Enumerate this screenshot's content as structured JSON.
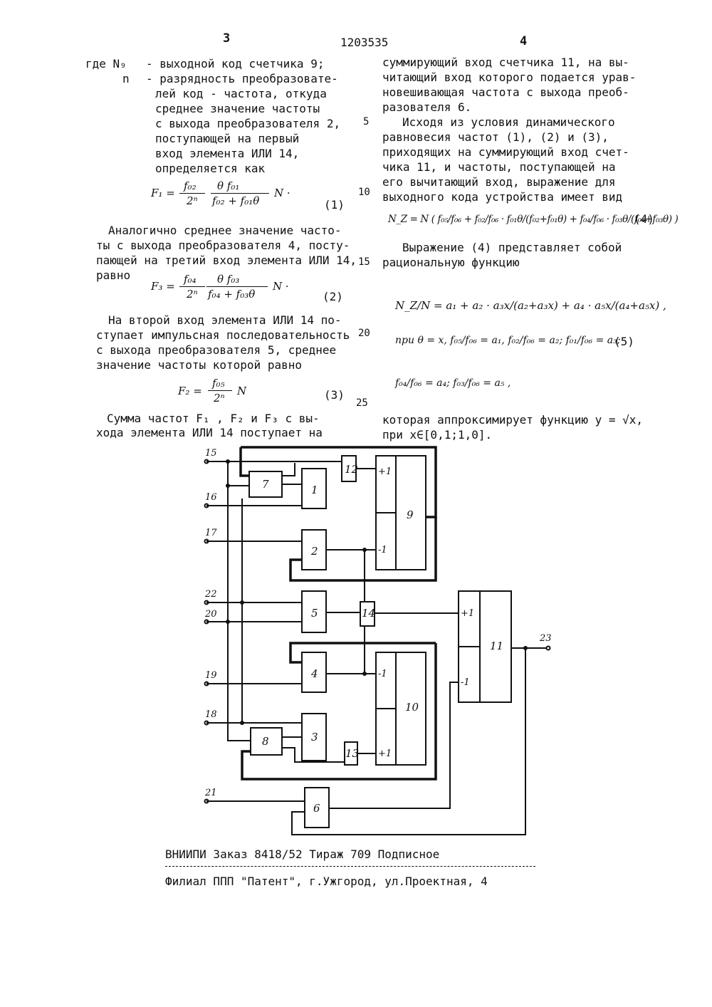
{
  "header": {
    "page_left": "3",
    "patent_number": "1203535",
    "page_right": "4"
  },
  "left_column": {
    "where_lines": [
      {
        "sym": "где N₉",
        "text": "- выходной код счетчика 9;"
      },
      {
        "sym": "n",
        "text": "- разрядность преобразовате-"
      }
    ],
    "cont_lines": [
      "лей код - частота, откуда",
      "среднее значение частоты",
      "с выхода преобразователя 2,",
      "поступающей на первый",
      "вход элемента ИЛИ 14,",
      "определяется как"
    ],
    "eq1": {
      "lhs": "F₁ =",
      "frac1_num": "f₀₂",
      "frac1_den": "2ⁿ",
      "frac2_num": "θ f₀₁",
      "frac2_den": "f₀₂ + f₀₁θ",
      "tail": "N ·",
      "number": "(1)"
    },
    "p2_lines": [
      "Аналогично среднее значение часто-",
      "ты с выхода преобразователя 4, посту-",
      "пающей на третий вход элемента ИЛИ 14,",
      "равно"
    ],
    "eq2": {
      "lhs": "F₃ =",
      "frac1_num": "f₀₄",
      "frac1_den": "2ⁿ",
      "frac2_num": "θ f₀₃",
      "frac2_den": "f₀₄ + f₀₃θ",
      "tail": "N ·",
      "number": "(2)"
    },
    "p3_lines": [
      "На второй вход элемента ИЛИ 14 по-",
      "ступает импульсная последовательность",
      "с выхода преобразователя 5, среднее",
      "значение частоты которой равно"
    ],
    "eq3": {
      "lhs": "F₂ =",
      "frac_num": "f₀₅",
      "frac_den": "2ⁿ",
      "tail": "N",
      "number": "(3)"
    },
    "p4_lines": [
      "Сумма частот F₁ , F₂  и F₃  с вы-",
      "хода элемента ИЛИ 14 поступает на"
    ]
  },
  "line_numbers": [
    "5",
    "10",
    "15",
    "20",
    "25"
  ],
  "right_column": {
    "p1_lines": [
      "суммирующий вход счетчика 11, на вы-",
      "читающий вход которого подается урав-",
      "новешивающая частота с выхода преоб-",
      "разователя 6."
    ],
    "p2_lines": [
      "Исходя из условия динамического",
      "равновесия частот (1), (2) и (3),",
      "приходящих на суммирующий вход счет-",
      "чика 11, и частоты, поступающей на",
      "его вычитающий вход, выражение для",
      "выходного кода устройства имеет вид"
    ],
    "eq4": {
      "text": "N_Z = N ( f₀₅/f₀₆ + f₀₂/f₀₆ · f₀₁θ/(f₀₂+f₀₁θ) + f₀₄/f₀₆ · f₀₃θ/(f₀₄+f₀₃θ) )",
      "number": "(4)"
    },
    "p3_lines": [
      "Выражение (4) представляет собой",
      "рациональную функцию"
    ],
    "eq5_main": "N_Z/N = a₁ + a₂ · a₃x/(a₂+a₃x) + a₄ · a₅x/(a₄+a₅x) ,",
    "eq5_cond1": "при θ = x,  f₀₅/f₀₆ = a₁,  f₀₂/f₀₆ = a₂;  f₀₁/f₀₆ = a₃;",
    "eq5_number": "(5)",
    "eq5_cond2": "f₀₄/f₀₆ = a₄;  f₀₃/f₀₆ = a₅ ,",
    "p4_lines": [
      "которая аппроксимирует функцию y = √x,",
      "при x∈[0,1;1,0]."
    ]
  },
  "diagram": {
    "inputs": [
      "15",
      "16",
      "17",
      "22",
      "20",
      "19",
      "18",
      "21"
    ],
    "output": "23",
    "blocks": [
      "1",
      "2",
      "3",
      "4",
      "5",
      "6",
      "7",
      "8",
      "9",
      "10",
      "11",
      "12",
      "13",
      "14"
    ],
    "ports": {
      "plus": "+1",
      "minus": "-1"
    }
  },
  "footer": {
    "line1": "ВНИИПИ   Заказ 8418/52  Тираж 709  Подписное",
    "line2": "Филиал ППП \"Патент\", г.Ужгород, ул.Проектная, 4"
  }
}
